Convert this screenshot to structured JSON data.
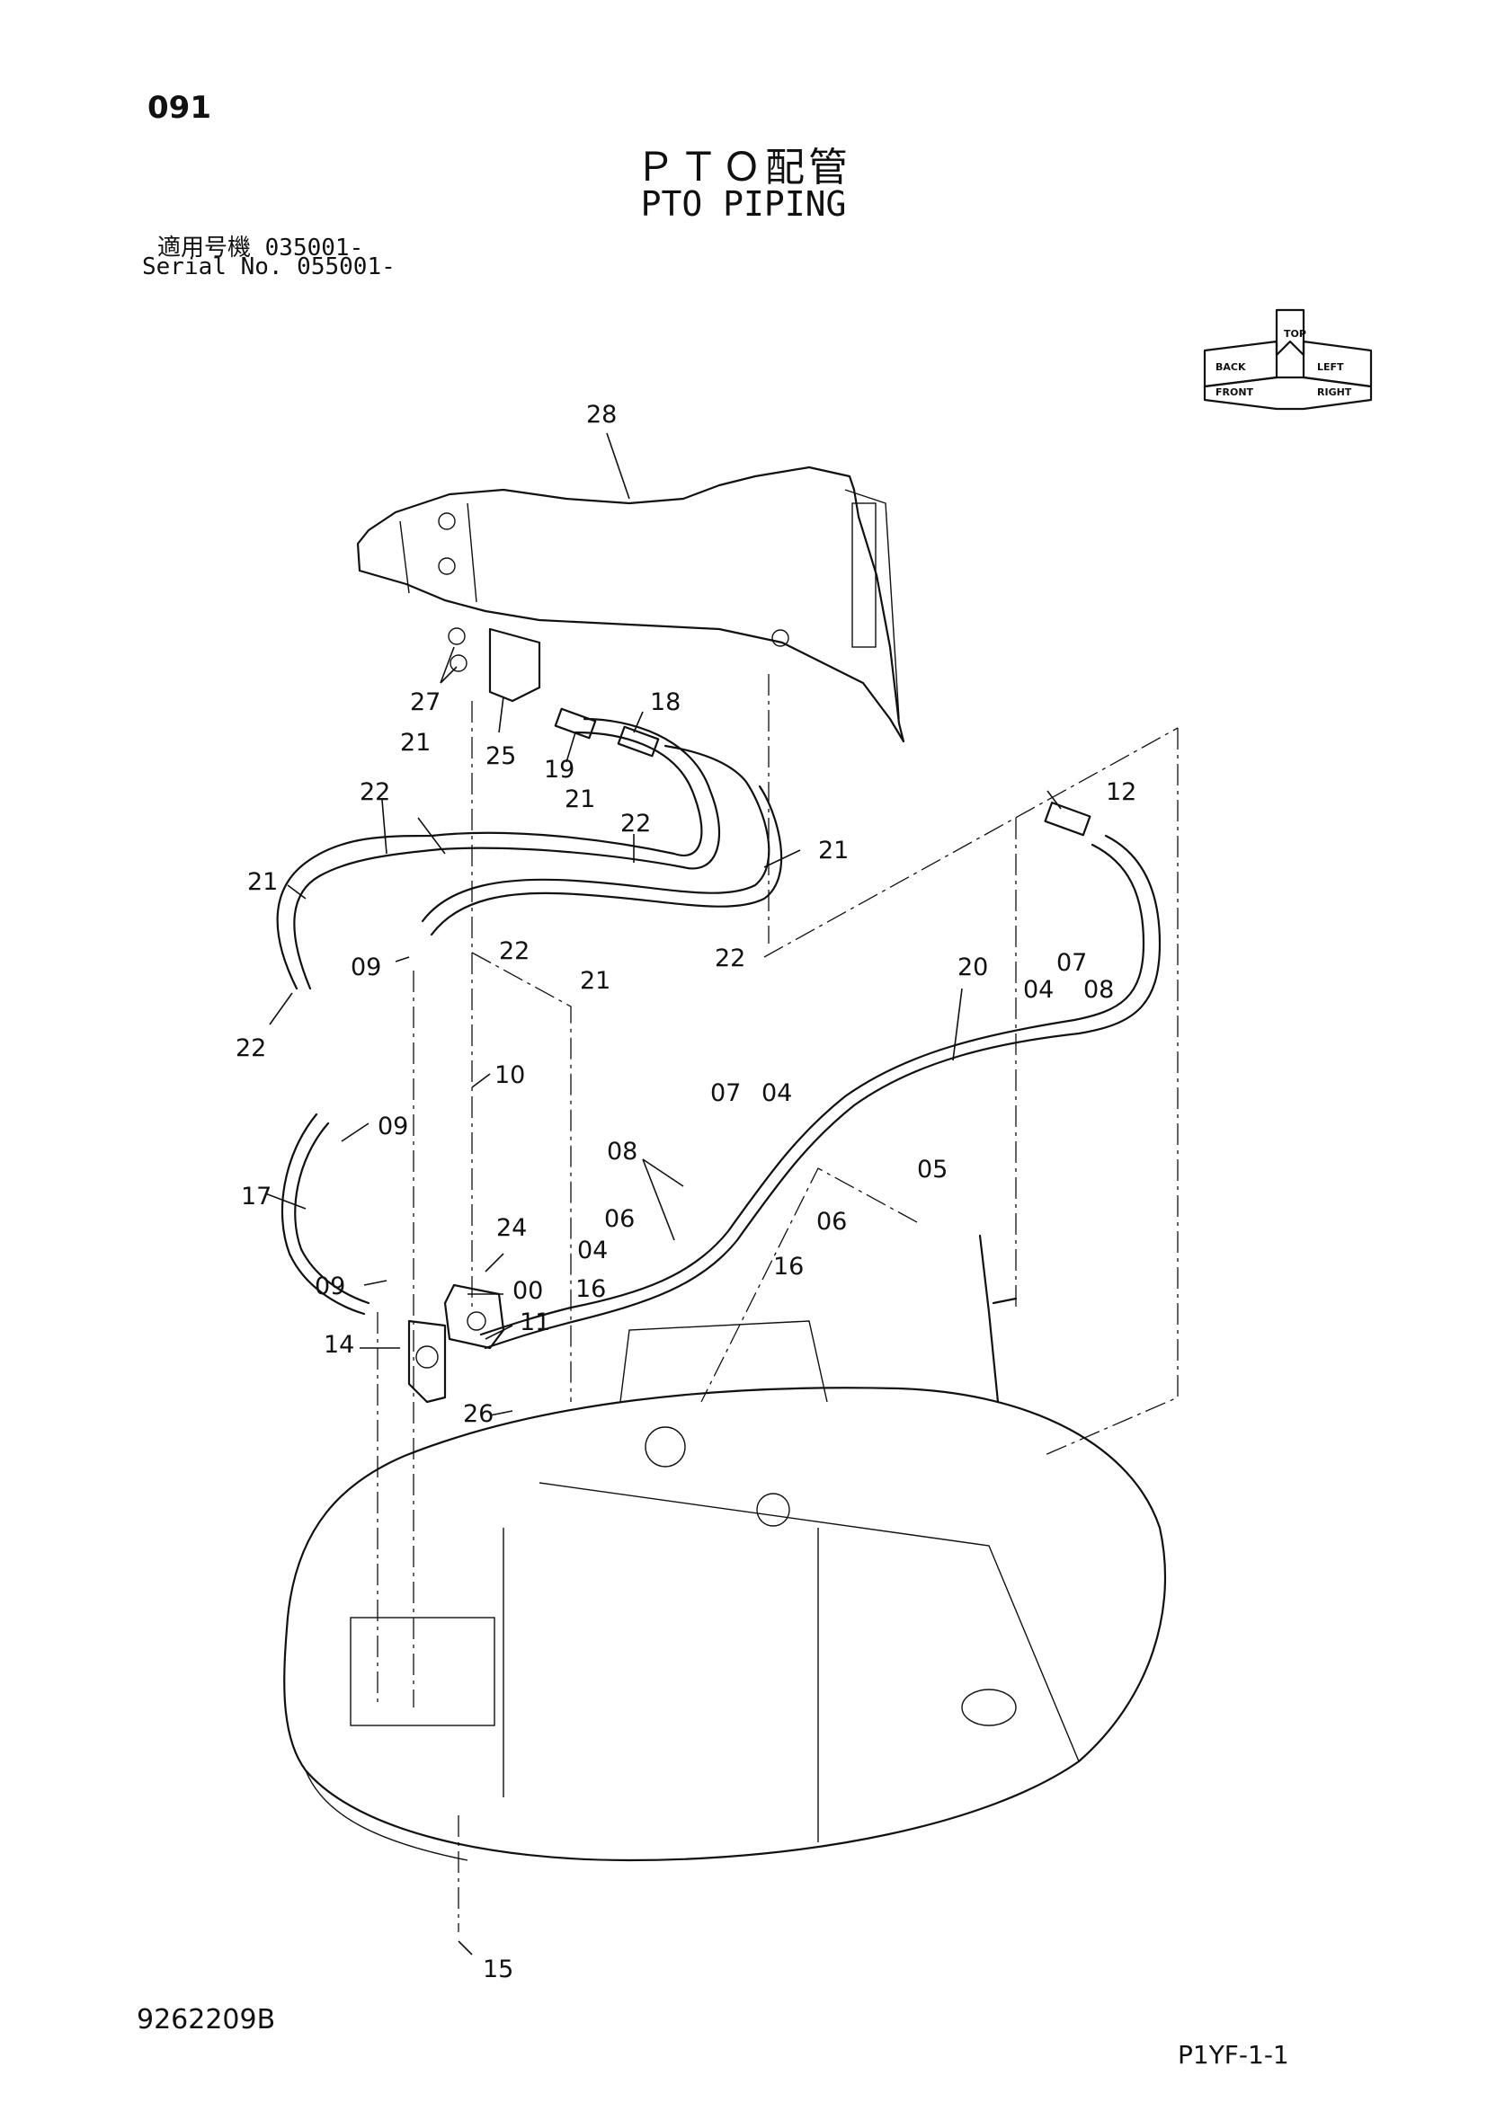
{
  "header": {
    "page_number": "091",
    "title_ja": "ＰＴＯ配管",
    "title_en": "PTO PIPING",
    "serial_ja": "適用号機  035001-",
    "serial_en": "Serial No. 055001-"
  },
  "orientation_icon": {
    "top": "TOP",
    "left": "BACK",
    "front": "FRONT",
    "right": "RIGHT",
    "right_top": "LEFT"
  },
  "callouts": {
    "c28": "28",
    "c27": "27",
    "c25": "25",
    "c19": "19",
    "c18": "18",
    "c21a": "21",
    "c21b": "21",
    "c21c": "21",
    "c21d": "21",
    "c21e": "21",
    "c22a": "22",
    "c22b": "22",
    "c22c": "22",
    "c22d": "22",
    "c22e": "22",
    "c12": "12",
    "c09a": "09",
    "c09b": "09",
    "c09c": "09",
    "c10": "10",
    "c20": "20",
    "c04a": "04",
    "c07a": "07",
    "c08a": "08",
    "c07b": "07",
    "c04b": "04",
    "c08b": "08",
    "c05": "05",
    "c06a": "06",
    "c06b": "06",
    "c04c": "04",
    "c16a": "16",
    "c16b": "16",
    "c17": "17",
    "c24": "24",
    "c00": "00",
    "c11": "11",
    "c14": "14",
    "c26": "26",
    "c15": "15"
  },
  "footer": {
    "drawing_number": "9262209B",
    "page_code": "P1YF-1-1"
  }
}
